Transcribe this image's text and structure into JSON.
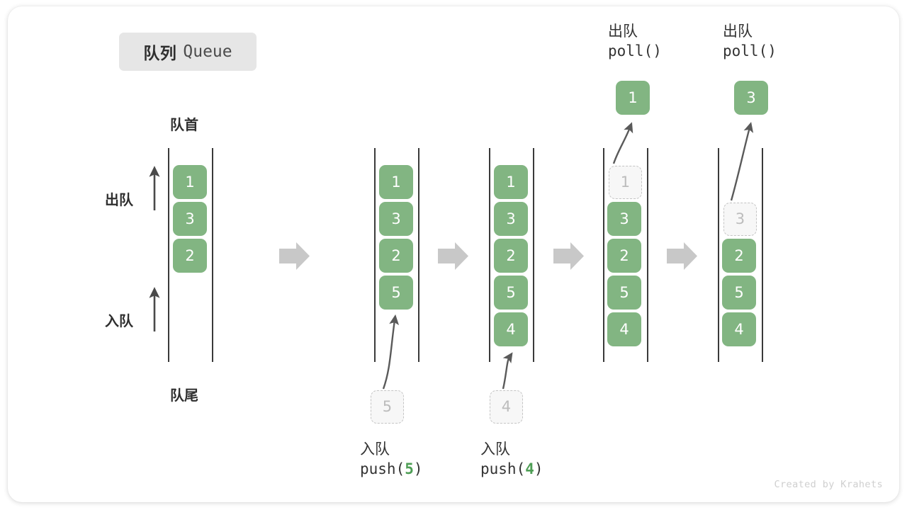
{
  "title": {
    "cn": "队列",
    "en": "Queue"
  },
  "axis_labels": {
    "head": "队首",
    "tail": "队尾",
    "dequeue": "出队",
    "enqueue": "入队"
  },
  "credit": "Created by Krahets",
  "colors": {
    "cell_fill": "#82b582",
    "cell_text": "#ffffff",
    "ghost_fill": "#f7f7f7",
    "ghost_border": "#c4c4c4",
    "ghost_text": "#bcbcbc",
    "rail": "#3a3a3a",
    "arrow_gray": "#c8c8c8",
    "curve_arrow": "#5a5a5a",
    "accent_green_text": "#4e9e55",
    "chip_bg": "#e6e6e6",
    "text": "#2f2f2f"
  },
  "columns": [
    {
      "id": "initial",
      "cells": [
        "1",
        "3",
        "2"
      ],
      "ghost_index": null,
      "caption": null,
      "header": null,
      "popped": null,
      "incoming": null
    },
    {
      "id": "after-push-5",
      "cells": [
        "1",
        "3",
        "2",
        "5"
      ],
      "ghost_index": null,
      "header": null,
      "popped": null,
      "incoming": "5",
      "caption": {
        "line1": "入队",
        "fn_prefix": "push(",
        "arg": "5",
        "fn_suffix": ")"
      }
    },
    {
      "id": "after-push-4",
      "cells": [
        "1",
        "3",
        "2",
        "5",
        "4"
      ],
      "ghost_index": null,
      "header": null,
      "popped": null,
      "incoming": "4",
      "caption": {
        "line1": "入队",
        "fn_prefix": "push(",
        "arg": "4",
        "fn_suffix": ")"
      }
    },
    {
      "id": "poll-1",
      "cells": [
        "1",
        "3",
        "2",
        "5",
        "4"
      ],
      "ghost_index": 0,
      "header": {
        "line1": "出队",
        "line2": "poll()"
      },
      "popped": "1",
      "incoming": null,
      "caption": null
    },
    {
      "id": "poll-3",
      "cells": [
        "3",
        "2",
        "5",
        "4"
      ],
      "ghost_index": 0,
      "header": {
        "line1": "出队",
        "line2": "poll()"
      },
      "popped": "3",
      "incoming": null,
      "caption": null
    }
  ],
  "flow_arrows": 4
}
